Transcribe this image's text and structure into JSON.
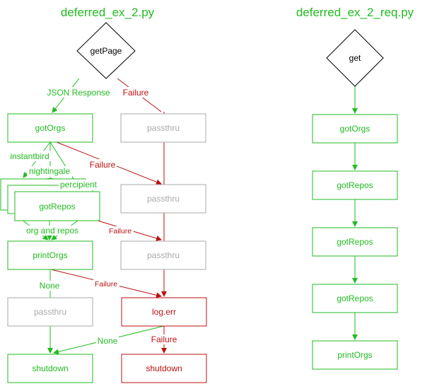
{
  "colors": {
    "green": "#22bb22",
    "red": "#bb1111",
    "gray": "#aaaaaa",
    "black": "#000000"
  },
  "left": {
    "title": "deferred_ex_2.py",
    "start": "getPage",
    "nodes": {
      "got_orgs": "gotOrgs",
      "got_repos": "gotRepos",
      "print_orgs": "printOrgs",
      "passthru_green": "passthru",
      "shutdown_green": "shutdown",
      "passthru_1": "passthru",
      "passthru_2": "passthru",
      "passthru_3": "passthru",
      "log_err": "log.err",
      "shutdown_red": "shutdown"
    },
    "edge_labels": {
      "json_response": "JSON Response",
      "failure_1": "Failure",
      "instantbird": "instantbird",
      "nightingale": "nightingale",
      "percipient": "percipient",
      "failure_2": "Failure",
      "org_and_repos": "org and repos",
      "failure_3": "Failure",
      "none_1": "None",
      "failure_4": "Failure",
      "none_2": "None",
      "failure_5": "Failure"
    }
  },
  "right": {
    "title": "deferred_ex_2_req.py",
    "start": "get",
    "nodes": [
      "gotOrgs",
      "gotRepos",
      "gotRepos",
      "gotRepos",
      "printOrgs"
    ]
  }
}
